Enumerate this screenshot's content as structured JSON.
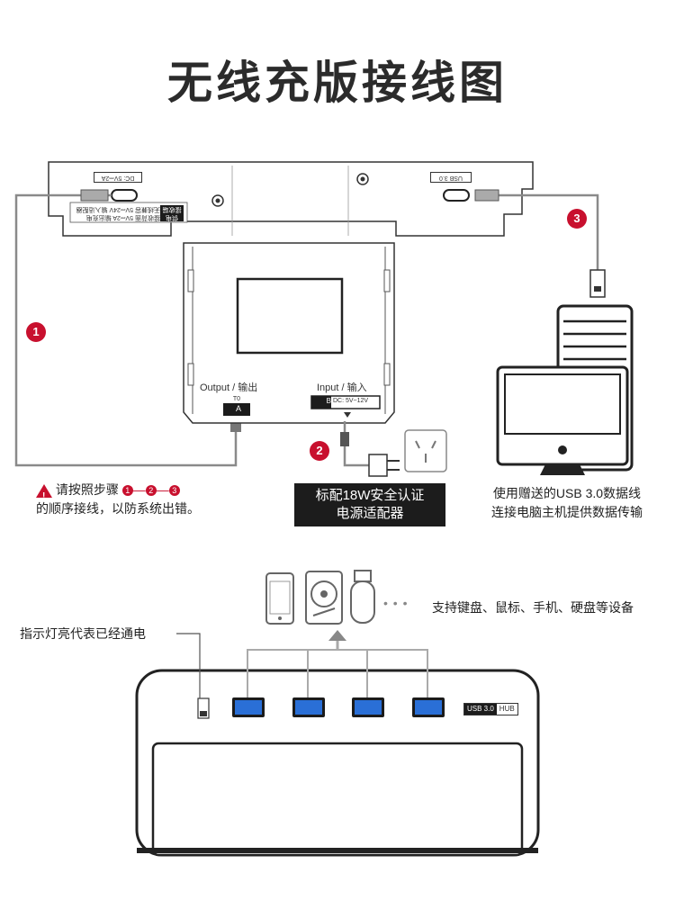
{
  "title": "无线充版接线图",
  "panel_labels": {
    "dc_top": "DC: 5V⎓2A",
    "usb_top": "USB 3.0",
    "power_note_line1": "供电",
    "power_note_line2": "接收端",
    "power_spec1": "接收背面 5V⎓2A 输出充电",
    "power_spec2": "无线兼容 5V⎓24V 输入适配器"
  },
  "charger": {
    "output_label": "Output / 输出",
    "output_port_top": "T0",
    "output_port_code": "A",
    "input_label": "Input / 输入",
    "input_port_code": "B",
    "input_spec": "DC: 5V~12V"
  },
  "steps": {
    "step1": "1",
    "step2": "2",
    "step3": "3"
  },
  "warning": {
    "line1_prefix": "请按照步骤",
    "line2": "的顺序接线，以防系统出错。"
  },
  "adapter_label": {
    "line1": "标配18W安全认证",
    "line2": "电源适配器"
  },
  "computer_note": {
    "line1": "使用赠送的USB 3.0数据线",
    "line2": "连接电脑主机提供数据传输"
  },
  "hub": {
    "indicator_note": "指示灯亮代表已经通电",
    "devices_note": "支持键盘、鼠标、手机、硬盘等设备",
    "ellipsis": "• • •",
    "badge_usb": "USB 3.0",
    "badge_hub": "HUB",
    "ports": [
      "port-1",
      "port-2",
      "port-3",
      "port-4"
    ]
  },
  "colors": {
    "accent_red": "#c8102e",
    "usb_blue": "#2a6fd6",
    "line_gray": "#8a8a8a"
  }
}
